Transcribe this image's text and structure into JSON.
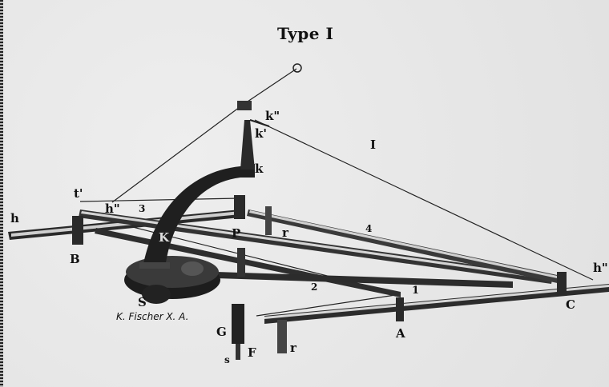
{
  "title": "Type I",
  "signature": "K. Fischer X. A.",
  "figure_number": "I",
  "labels": {
    "h_left": "h",
    "t_prime": "t'",
    "h_double_prime_left": "h\"",
    "B": "B",
    "K": "K",
    "k": "k",
    "k_prime": "k'",
    "k_double_prime": "k\"",
    "P": "P",
    "r_upper": "r",
    "S": "S",
    "G": "G",
    "s": "s",
    "F": "F",
    "r_lower": "r",
    "A": "A",
    "C": "C",
    "h_double_prime_right": "h\"",
    "one": "1"
  },
  "rod_numbers": {
    "rod_2": "2",
    "rod_3": "3",
    "rod_4": "4"
  }
}
